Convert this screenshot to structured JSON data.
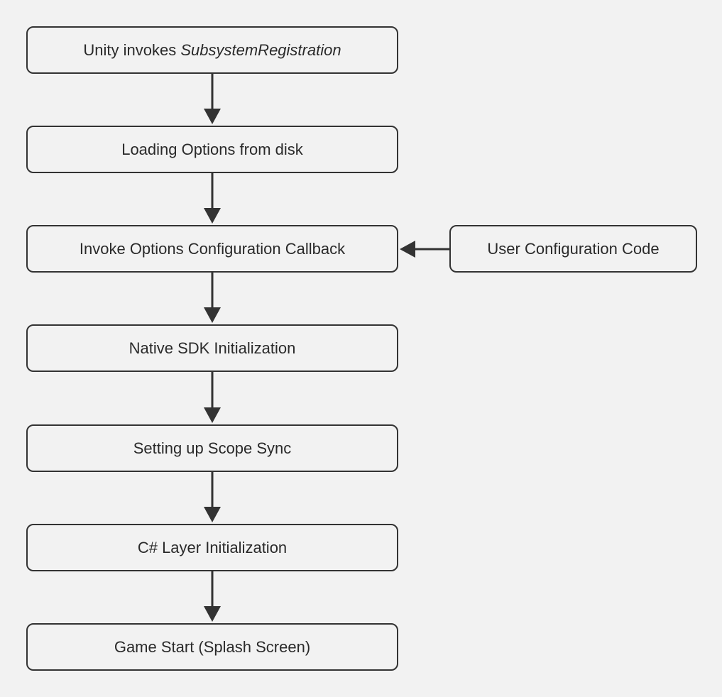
{
  "colors": {
    "background": "#f2f2f2",
    "stroke": "#333333",
    "text": "#2a2a2a"
  },
  "nodes": {
    "step1": {
      "prefix": "Unity invokes ",
      "emphasis": "SubsystemRegistration"
    },
    "step2": {
      "label": "Loading Options from disk"
    },
    "step3": {
      "label": "Invoke Options Configuration Callback"
    },
    "step4": {
      "label": "Native SDK Initialization"
    },
    "step5": {
      "label": "Setting up Scope Sync"
    },
    "step6": {
      "label": "C# Layer Initialization"
    },
    "step7": {
      "label": "Game Start (Splash Screen)"
    },
    "user_code": {
      "label": "User Configuration Code"
    }
  },
  "edges": [
    {
      "from": "step1",
      "to": "step2"
    },
    {
      "from": "step2",
      "to": "step3"
    },
    {
      "from": "step3",
      "to": "step4"
    },
    {
      "from": "step4",
      "to": "step5"
    },
    {
      "from": "step5",
      "to": "step6"
    },
    {
      "from": "step6",
      "to": "step7"
    },
    {
      "from": "user_code",
      "to": "step3"
    }
  ]
}
